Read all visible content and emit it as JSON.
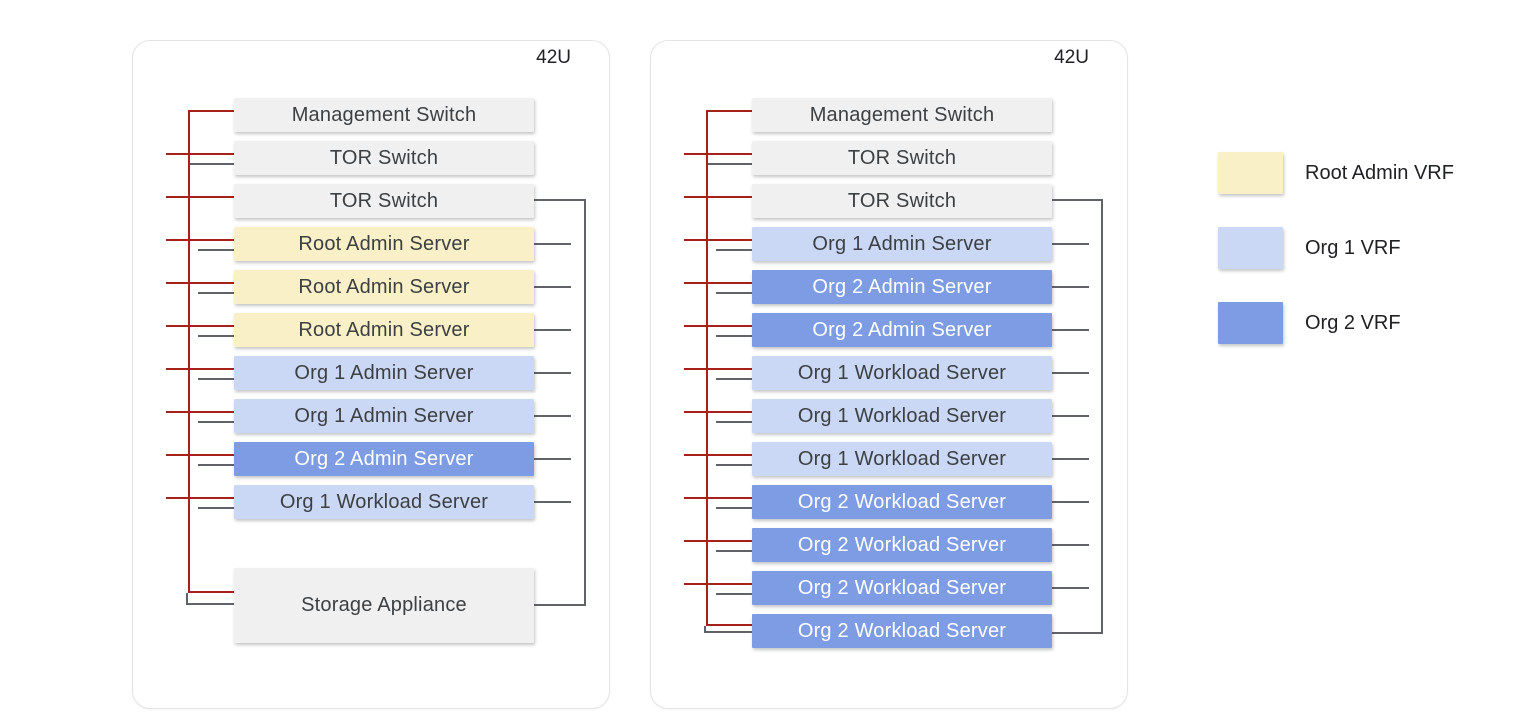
{
  "palette": {
    "root": "#FAF0C7",
    "org1": "#CBD8F5",
    "org2": "#7D9CE3",
    "gray": "#F0F0F0",
    "management_line": "#A8201A",
    "data_line": "#5F6368",
    "text": "#3C4043"
  },
  "racks": [
    {
      "capacity_label": "42U",
      "units": [
        {
          "label": "Management Switch",
          "vrf": "gray"
        },
        {
          "label": "TOR Switch",
          "vrf": "gray"
        },
        {
          "label": "TOR Switch",
          "vrf": "gray"
        },
        {
          "label": "Root Admin Server",
          "vrf": "root"
        },
        {
          "label": "Root Admin Server",
          "vrf": "root"
        },
        {
          "label": "Root Admin Server",
          "vrf": "root"
        },
        {
          "label": "Org 1 Admin Server",
          "vrf": "org1"
        },
        {
          "label": "Org 1 Admin Server",
          "vrf": "org1"
        },
        {
          "label": "Org 2 Admin Server",
          "vrf": "org2"
        },
        {
          "label": "Org 1 Workload Server",
          "vrf": "org1"
        },
        {
          "label": "Storage Appliance",
          "vrf": "gray"
        }
      ]
    },
    {
      "capacity_label": "42U",
      "units": [
        {
          "label": "Management Switch",
          "vrf": "gray"
        },
        {
          "label": "TOR Switch",
          "vrf": "gray"
        },
        {
          "label": "TOR Switch",
          "vrf": "gray"
        },
        {
          "label": "Org 1 Admin Server",
          "vrf": "org1"
        },
        {
          "label": "Org 2 Admin Server",
          "vrf": "org2"
        },
        {
          "label": "Org 2 Admin Server",
          "vrf": "org2"
        },
        {
          "label": "Org 1 Workload Server",
          "vrf": "org1"
        },
        {
          "label": "Org 1 Workload Server",
          "vrf": "org1"
        },
        {
          "label": "Org 1 Workload Server",
          "vrf": "org1"
        },
        {
          "label": "Org 2 Workload Server",
          "vrf": "org2"
        },
        {
          "label": "Org 2 Workload Server",
          "vrf": "org2"
        },
        {
          "label": "Org 2 Workload Server",
          "vrf": "org2"
        },
        {
          "label": "Org 2 Workload Server",
          "vrf": "org2"
        }
      ]
    }
  ],
  "legend": {
    "items": [
      {
        "label": "Root Admin VRF",
        "vrf": "root"
      },
      {
        "label": "Org 1 VRF",
        "vrf": "org1"
      },
      {
        "label": "Org 2 VRF",
        "vrf": "org2"
      }
    ]
  }
}
